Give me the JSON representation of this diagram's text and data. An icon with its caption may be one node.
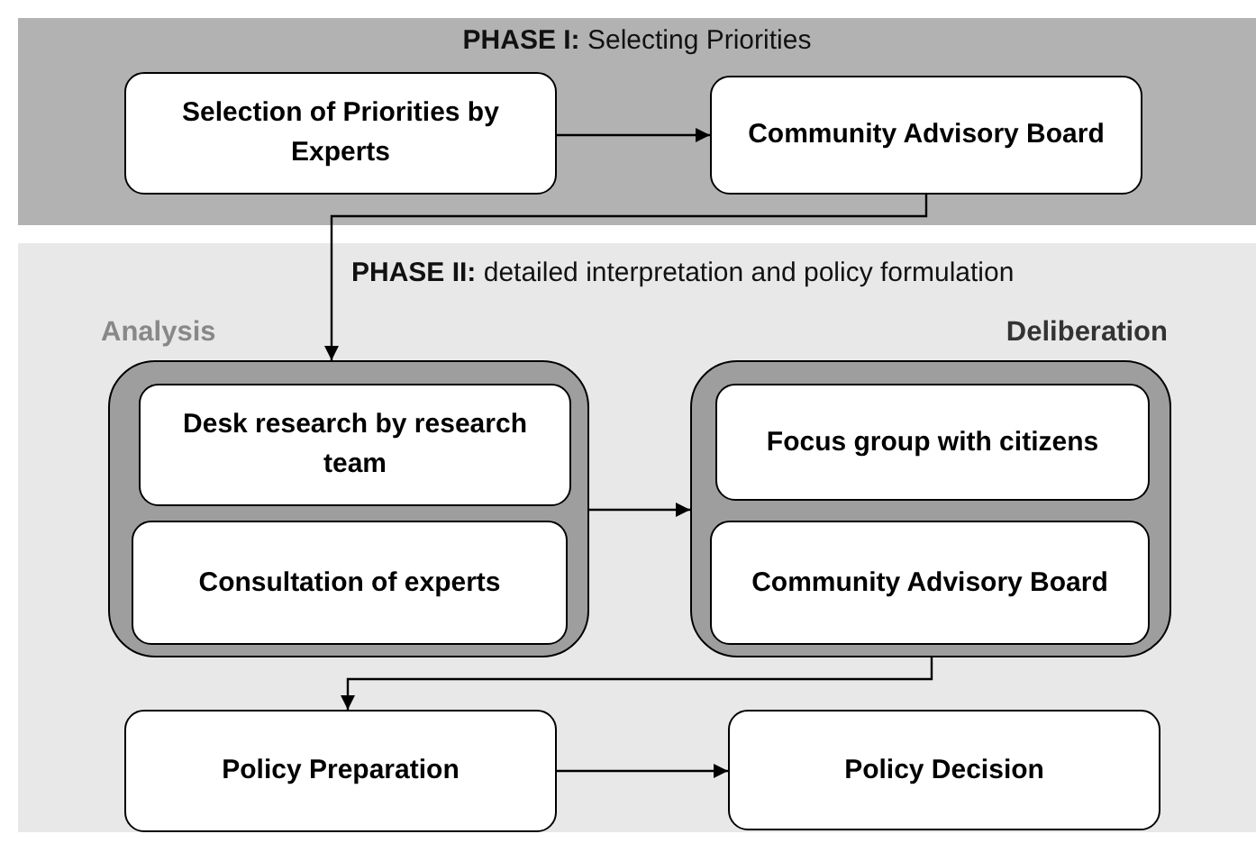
{
  "diagram": {
    "nodes": [
      {
        "text": [
          "**PHASE I:** Selecting Priorities"
        ]
      },
      {
        "text": [
          "Selection of Priorities by Experts"
        ],
        "in": 0
      },
      {
        "text": [
          "Community Advisory Board"
        ],
        "in": 0
      },
      {
        "text": [
          "**PHASE II:** detailed interpretation and policy formulation"
        ]
      },
      {
        "text": [
          "Analysis"
        ],
        "in": 3
      },
      {
        "text": [
          "Desk research by research team"
        ],
        "in": 4
      },
      {
        "text": [
          "Consultation of experts"
        ],
        "in": 4
      },
      {
        "text": [
          "Deliberation"
        ],
        "in": 3
      },
      {
        "text": [
          "Focus group with citizens"
        ],
        "in": 7
      },
      {
        "text": [
          "Community Advisory Board"
        ],
        "in": 7
      },
      {
        "text": [
          "Policy Preparation"
        ],
        "in": 3
      },
      {
        "text": [
          "Policy Decision"
        ],
        "in": 3
      }
    ],
    "edges": [
      {
        "from": 1,
        "to": 2,
        "arrow": "to"
      },
      {
        "from": 2,
        "to": 4,
        "arrow": "to"
      },
      {
        "from": 4,
        "to": 7,
        "arrow": "to"
      },
      {
        "from": 7,
        "to": 10,
        "arrow": "to"
      },
      {
        "from": 10,
        "to": 11,
        "arrow": "to"
      }
    ]
  }
}
